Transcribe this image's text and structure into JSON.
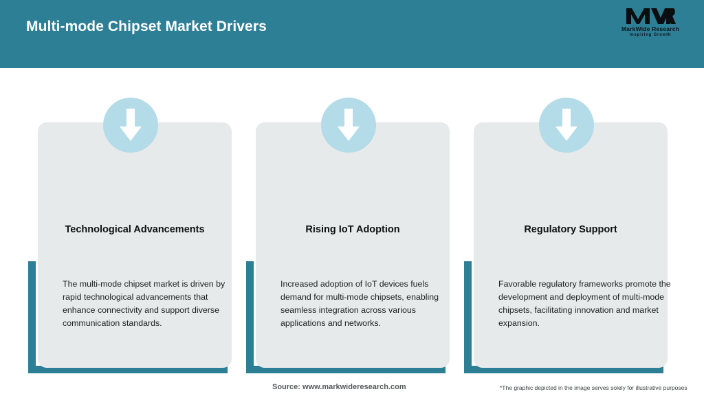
{
  "header": {
    "title": "Multi-mode Chipset Market Drivers",
    "background_color": "#2d7f96",
    "title_color": "#ffffff"
  },
  "logo": {
    "mark": "MWR",
    "name": "MarkWide Research",
    "tagline": "Inspiring Growth"
  },
  "theme": {
    "accent_teal": "#2d7f96",
    "card_grey": "#e6eaeb",
    "circle_blue": "#b3dbe8",
    "arrow_white": "#ffffff"
  },
  "cards": [
    {
      "icon": "down-arrow-icon",
      "title": "Technological Advancements",
      "body": "The multi-mode chipset market is driven by rapid technological advancements that enhance connectivity and support diverse communication standards."
    },
    {
      "icon": "down-arrow-icon",
      "title": "Rising IoT Adoption",
      "body": "Increased adoption of IoT devices fuels demand for multi-mode chipsets, enabling seamless integration across various applications and networks."
    },
    {
      "icon": "down-arrow-icon",
      "title": "Regulatory Support",
      "body": "Favorable regulatory frameworks promote the development and deployment of multi-mode chipsets, facilitating innovation and market expansion."
    }
  ],
  "footer": {
    "source": "Source: www.markwideresearch.com",
    "note": "*The graphic depicted in the image serves solely for illustrative purposes"
  }
}
